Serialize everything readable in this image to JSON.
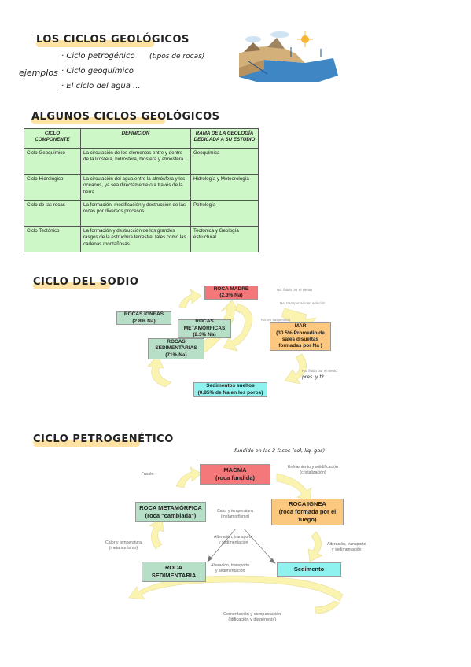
{
  "section1": {
    "title": "LOS CICLOS GEOLÓGICOS",
    "examples_label": "ejemplos",
    "items": [
      "· Ciclo petrogénico",
      "· Ciclo geoquímico",
      "· El ciclo del agua ..."
    ],
    "note": "(tipos de rocas)"
  },
  "section2": {
    "title": "ALGUNOS CICLOS GEOLÓGICOS",
    "headers": [
      "CICLO COMPONENTE",
      "DEFINICIÓN",
      "RAMA DE LA GEOLOGÍA DEDICADA A SU ESTUDIO"
    ],
    "rows": [
      [
        "Ciclo Geoquímico",
        "La circulación de los elementos entre y dentro de la litosfera, hidrosfera, biosfera y atmósfera",
        "Geoquímica"
      ],
      [
        "Ciclo Hidrológico",
        "La circulación del agua entre la atmósfera y los océanos, ya sea directamente o a través de la tierra",
        "Hidrología y Meteorología"
      ],
      [
        "Ciclo de las rocas",
        "La formación, modificación y destrucción de las rocas por diversos procesos",
        "Petrología"
      ],
      [
        "Ciclo Tectónico",
        "La formación y destrucción de los grandes rasgos de la estructura terrestre, tales como las cadenas montañosas",
        "Tectónica y Geología estructural"
      ]
    ],
    "colors": {
      "table_bg": "#cdf7c6"
    }
  },
  "section3": {
    "title": "CICLO DEL SODIO",
    "roca_madre": [
      "ROCA MADRE",
      "(2.3% Na)"
    ],
    "igneas": [
      "ROCAS IGNEAS",
      "(2.8% Na)"
    ],
    "metamorficas": [
      "ROCAS",
      "METAMÓRFICAS",
      "(2.3% Na)"
    ],
    "sedimentarias": [
      "ROCAS",
      "SEDIMENTARIAS",
      "(71% Na)"
    ],
    "mar": [
      "MAR",
      "(30.5% Promedio de",
      "sales disueltas",
      "formadas por Na )"
    ],
    "sedimentos": [
      "Sedimentos sueltos",
      "(0.85% de Na en los poros)"
    ],
    "labels": [
      "Na: fluido por el viento",
      "Na: transportado en solución",
      "Na: en suspensión",
      "Na: fluido por el viento"
    ],
    "hand_note": "pres. y tª",
    "colors": {
      "red": "#f4787a",
      "green": "#b7dfc7",
      "orange": "#fcc77e",
      "cyan": "#8ff2ef",
      "arrow": "#fbf3b0"
    }
  },
  "section4": {
    "title": "CICLO PETROGENÉTICO",
    "hand_note": "fundido en las 3 fases (sol, líq, gas)",
    "magma": [
      "MAGMA",
      "(roca fundida)"
    ],
    "metamorfica": [
      "ROCA METAMÓRFICA",
      "(roca \"cambiada\")"
    ],
    "ignea": [
      "ROCA IGNEA",
      "(roca formada por el",
      "fuego)"
    ],
    "sedimentaria": [
      "ROCA",
      "SEDIMENTARIA"
    ],
    "sedimento": "Sedimento",
    "fusion": "Fusión",
    "enfriamiento": [
      "Enfriamiento y solidificación",
      "(cristalización)"
    ],
    "calor_center": [
      "Calor y temperatura",
      "(metamorfismo)"
    ],
    "calor_left": [
      "Calor y temperatura",
      "(metamorfismo)"
    ],
    "alteracion_a": [
      "Alteración, transporte",
      "y sedimentación"
    ],
    "alteracion_b": [
      "Alteración, transporte",
      "y sedimentación"
    ],
    "alteracion_right": [
      "Alteración, transporte",
      "y sedimentación"
    ],
    "cementacion": [
      "Cementación y compactación",
      "(litificación y diagénesis)"
    ],
    "colors": {
      "red": "#f4787a",
      "green": "#b7dfc7",
      "orange": "#fcc77e",
      "cyan": "#8ff2ef",
      "arrow": "#fbf3b0"
    }
  }
}
